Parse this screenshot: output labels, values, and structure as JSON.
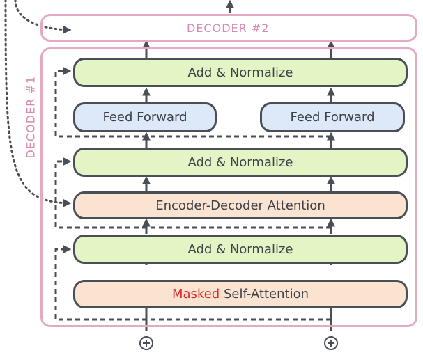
{
  "decoder2": {
    "label": "DECODER #2"
  },
  "decoder1": {
    "label": "DECODER #1",
    "blocks": {
      "norm_top": "Add & Normalize",
      "ff_left": "Feed Forward",
      "ff_right": "Feed Forward",
      "norm_mid": "Add & Normalize",
      "enc_dec_attention": "Encoder-Decoder Attention",
      "norm_bottom": "Add & Normalize",
      "masked_word": "Masked",
      "self_attention_rest": "Self-Attention"
    }
  },
  "inputs": [
    {
      "symbol": "plus-circle-icon"
    },
    {
      "symbol": "plus-circle-icon"
    }
  ],
  "colors": {
    "frame": "#e4a9c3",
    "frame_text": "#d98aad",
    "block_border": "#4a4f57",
    "add_normalize": "#e3f5c5",
    "feed_forward": "#dde9f9",
    "attention": "#fae3d0",
    "masked_text": "#e02828"
  }
}
